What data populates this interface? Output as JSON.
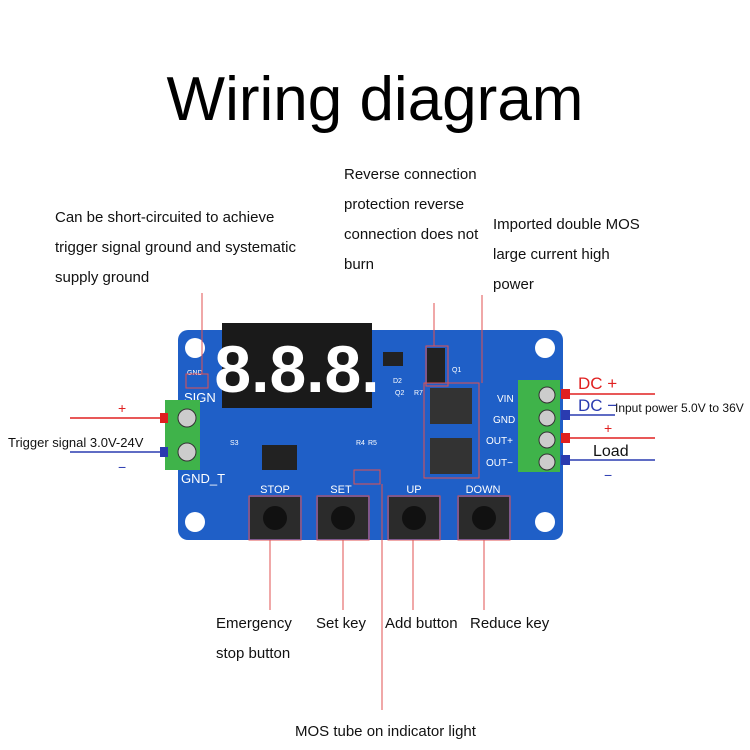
{
  "title": "Wiring diagram",
  "annotations": {
    "short_circuit": "Can be short-circuited to achieve trigger signal ground and systematic supply ground",
    "reverse_protection": "Reverse connection protection reverse connection does not burn",
    "mos": "Imported double MOS large current high power",
    "emergency": "Emergency stop button",
    "set_key": "Set key",
    "add_button": "Add button",
    "reduce_key": "Reduce key",
    "mos_indicator": "MOS tube on indicator light",
    "trigger_signal": "Trigger signal 3.0V-24V",
    "dc_plus": "DC +",
    "dc_minus": "DC −",
    "input_power": "Input power 5.0V to 36V",
    "load": "Load",
    "plus": "+",
    "minus": "−"
  },
  "board": {
    "display": "8.8.8.",
    "signal_label": "SIGN",
    "gnd_t_label": "GND_T",
    "gnd_small": "GND",
    "buttons": [
      "STOP",
      "SET",
      "UP",
      "DOWN"
    ],
    "terminals": [
      "VIN",
      "GND",
      "OUT+",
      "OUT−"
    ],
    "chip_labels": [
      "Q1",
      "Q2",
      "R7",
      "S3",
      "R4",
      "R5",
      "D2"
    ]
  },
  "colors": {
    "board": "#1f5fc7",
    "terminal": "#3fb34a",
    "display_segment": "#ffffff",
    "wire_red": "#e02020",
    "wire_blue": "#2a3bb0",
    "callout_box": "#e05050"
  }
}
